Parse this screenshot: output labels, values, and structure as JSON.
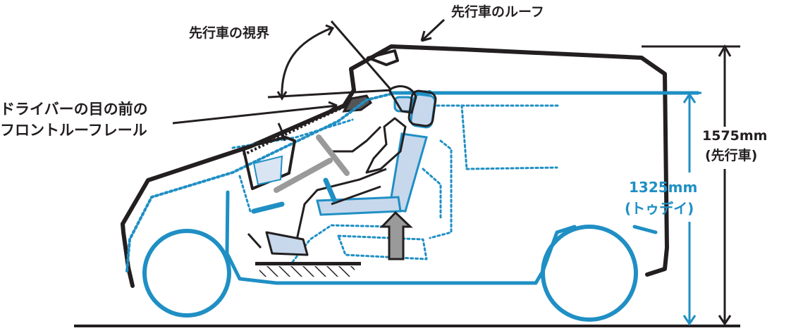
{
  "labels": {
    "leading_car_roof": "先行車のルーフ",
    "leading_car_view": "先行車の視界",
    "front_roof_rail_line1": "ドライバーの目の前の",
    "front_roof_rail_line2": "フロントルーフレール",
    "height_leading_value": "1575mm",
    "height_leading_name": "(先行車)",
    "height_toudei_value": "1325mm",
    "height_toudei_name": "(トゥデイ)"
  },
  "colors": {
    "leading_car": "#231f20",
    "toudei": "#1f8fc4",
    "seat_fill": "#c7d8ec",
    "steering_gray": "#9a9a9a"
  },
  "icons": {
    "seat_raise": "up-arrow-icon"
  }
}
